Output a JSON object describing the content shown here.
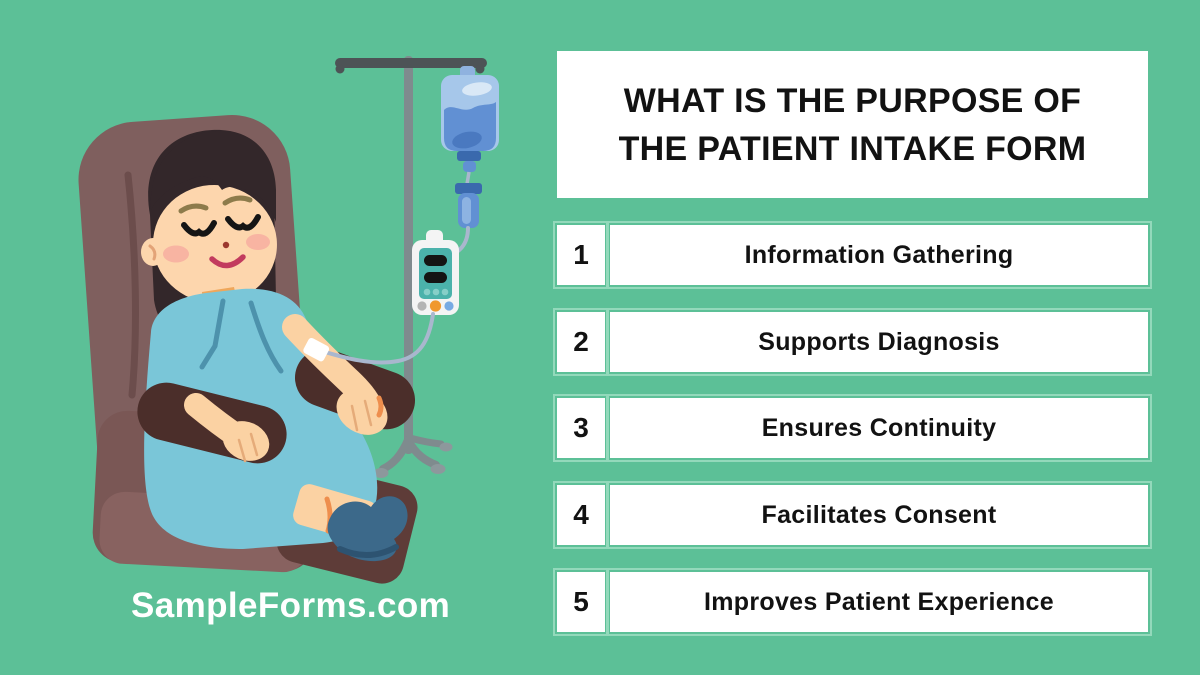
{
  "colors": {
    "page_bg": "#5cc097",
    "box_bg": "#ffffff",
    "box_outline": "#93d9bb",
    "heading_text": "#121212",
    "item_text": "#121212",
    "brand_text": "#ffffff"
  },
  "title": {
    "line1": "WHAT IS THE PURPOSE OF",
    "line2": "THE PATIENT INTAKE FORM"
  },
  "items": [
    {
      "number": "1",
      "label": "Information Gathering"
    },
    {
      "number": "2",
      "label": "Supports Diagnosis"
    },
    {
      "number": "3",
      "label": "Ensures Continuity"
    },
    {
      "number": "4",
      "label": "Facilitates Consent"
    },
    {
      "number": "5",
      "label": "Improves Patient Experience"
    }
  ],
  "footer": {
    "brand": "SampleForms.com"
  },
  "illustration": {
    "description": "Patient sleeping in a brown recliner chair while receiving an IV drip from a pole-mounted blue IV bag and infusion pump"
  }
}
